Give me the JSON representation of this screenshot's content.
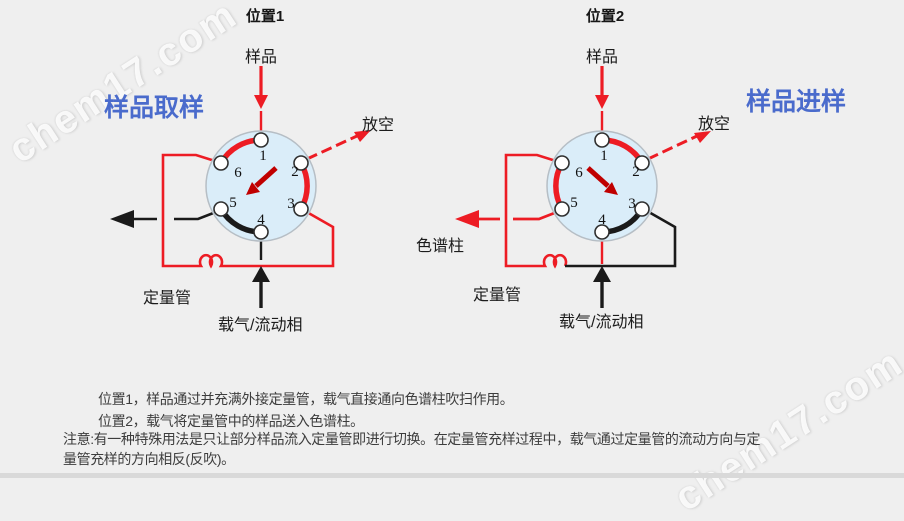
{
  "watermark": {
    "text": "chem17.com"
  },
  "colors": {
    "background": "#efefef",
    "tube_red": "#ed1c24",
    "tube_black": "#1a1a1a",
    "rotor_arrow_red": "#c00000",
    "mode_heading_blue": "#4a6bcc",
    "valve_fill": "#daedf9",
    "valve_border": "#b6bec5",
    "note_text": "#3d3d3d"
  },
  "left": {
    "title": "位置1",
    "mode": "样品取样",
    "sample": "样品",
    "vent": "放空",
    "loop_label": "定量管",
    "carrier": "载气/流动相",
    "ports": [
      "1",
      "2",
      "3",
      "4",
      "5",
      "6"
    ]
  },
  "right": {
    "title": "位置2",
    "mode": "样品进样",
    "sample": "样品",
    "vent": "放空",
    "column": "色谱柱",
    "loop_label": "定量管",
    "carrier": "载气/流动相",
    "ports": [
      "1",
      "2",
      "3",
      "4",
      "5",
      "6"
    ]
  },
  "notes": {
    "line1": "位置1，样品通过并充满外接定量管，载气直接通向色谱柱吹扫作用。",
    "line2": "位置2，载气将定量管中的样品送入色谱柱。",
    "line3": "注意:有一种特殊用法是只让部分样品流入定量管即进行切换。在定量管充样过程中，载气通过定量管的流动方向与定",
    "line4": "量管充样的方向相反(反吹)。"
  }
}
